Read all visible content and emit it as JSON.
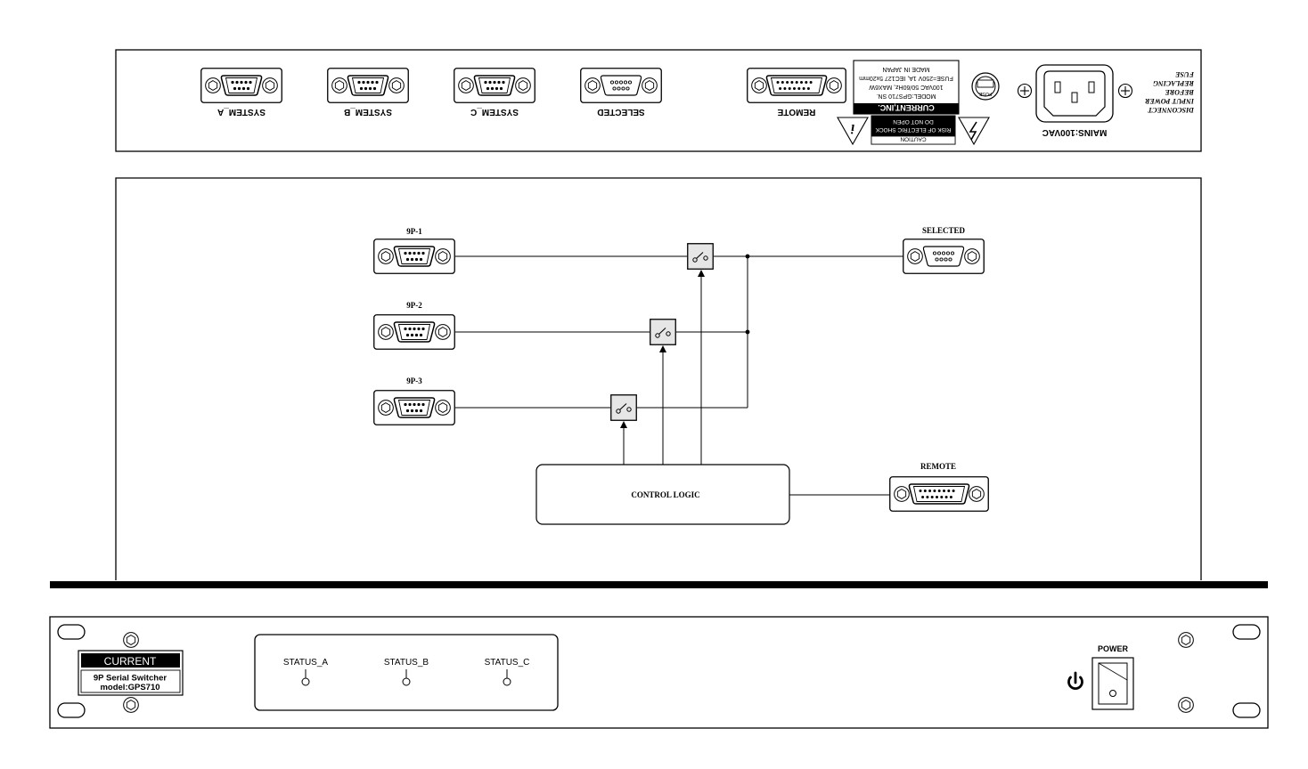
{
  "rear_panel": {
    "ports": [
      {
        "label": "SYSTEM_A",
        "pins": "9"
      },
      {
        "label": "SYSTEM_B",
        "pins": "9"
      },
      {
        "label": "SYSTEM_C",
        "pins": "9"
      },
      {
        "label": "SELECTED",
        "pins": "9"
      },
      {
        "label": "REMOTE",
        "pins": "15"
      }
    ],
    "nameplate": {
      "brand": "CURRENT,INC.",
      "model": "MODEL:GPS710 SN.",
      "rating": "100VAC 50/60Hz, MAX6W",
      "fuse_rating": "FUSE=250V 1A, IEC127 5x20mm",
      "origin": "MADE IN JAPAN"
    },
    "caution": {
      "title": "CAUTION",
      "line1": "RISK OF ELECTRIC SHOCK",
      "line2": "DO NOT OPEN"
    },
    "fuse_label": "FUSE",
    "mains_label": "MAINS:100VAC",
    "fuse_notice": [
      "DISCONNECT",
      "INPUT POWER",
      "BEFORE",
      "REPLACING",
      "FUSE"
    ]
  },
  "diagram": {
    "inputs": [
      "9P-1",
      "9P-2",
      "9P-3"
    ],
    "output": "SELECTED",
    "remote": "REMOTE",
    "control": "CONTROL LOGIC"
  },
  "front_panel": {
    "brand": "CURRENT",
    "product_line1": "9P Serial Switcher",
    "product_line2": "model:GPS710",
    "status": [
      "STATUS_A",
      "STATUS_B",
      "STATUS_C"
    ],
    "power_label": "POWER",
    "power_symbol": "power-icon"
  }
}
